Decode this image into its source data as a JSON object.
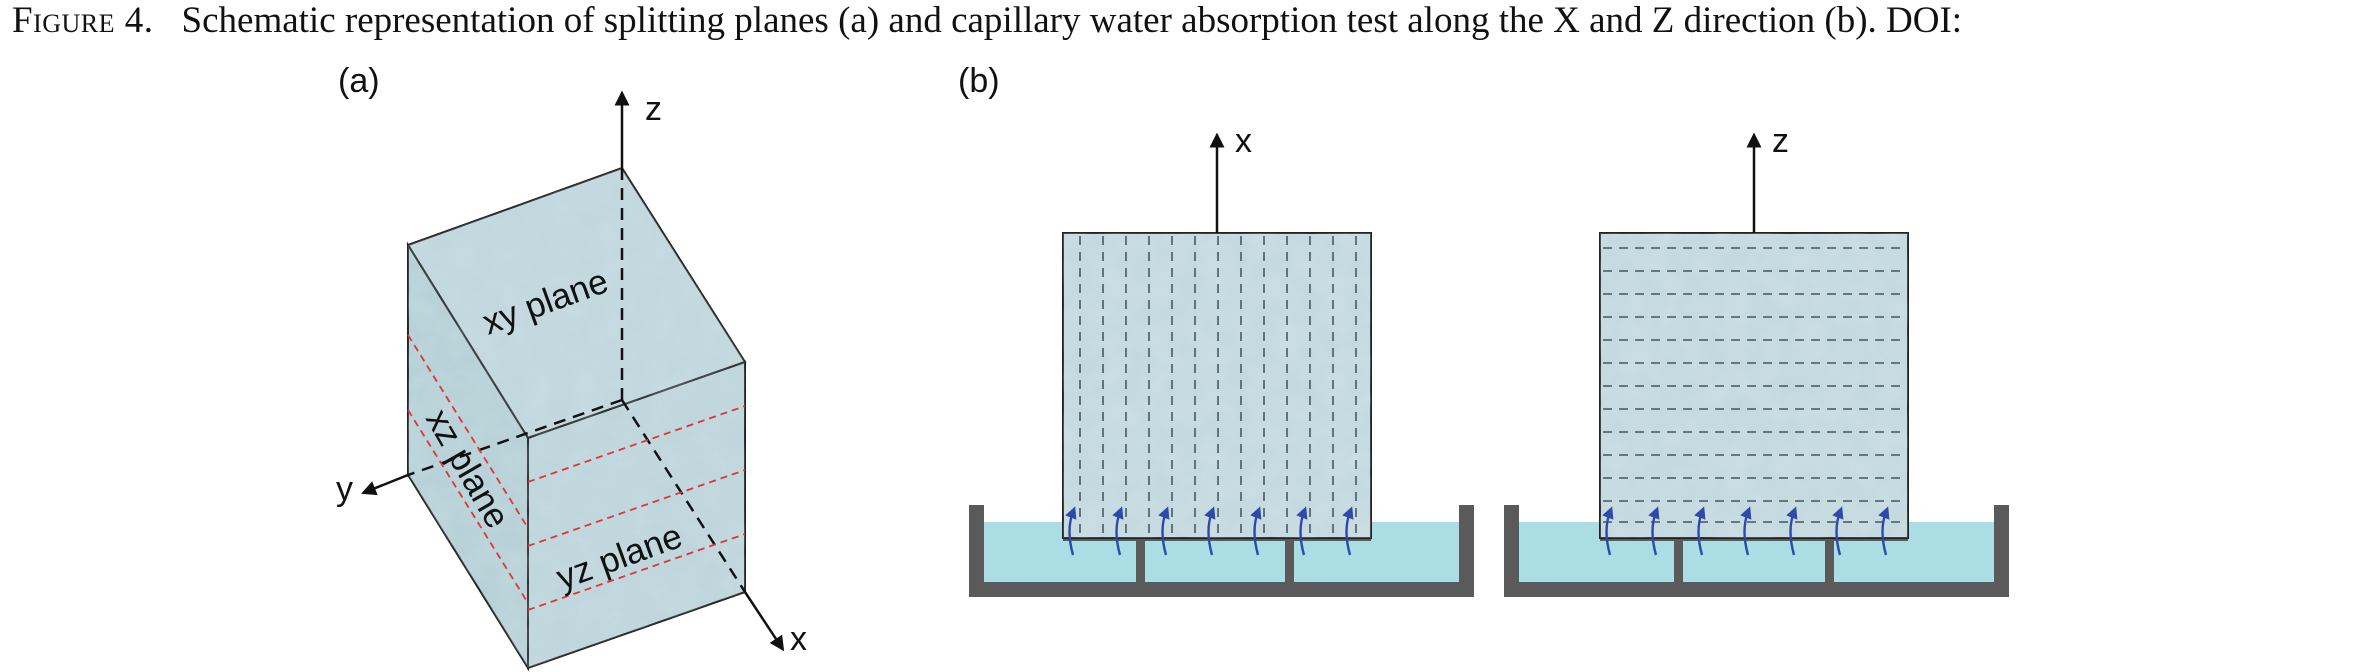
{
  "caption": {
    "figure_label": "Figure 4.",
    "text": "Schematic representation of splitting planes (a) and capillary water absorption test along the X and Z direction (b). DOI:"
  },
  "panel_a": {
    "label": "(a)",
    "axis_z": "z",
    "axis_y": "y",
    "axis_x": "x",
    "plane_xy": "xy plane",
    "plane_xz": "xz plane",
    "plane_yz": "yz plane"
  },
  "panel_b": {
    "label": "(b)",
    "left_axis": "x",
    "right_axis": "z"
  },
  "colors": {
    "stone": "#bfd6dc",
    "stone_dark": "#aac7cf",
    "water": "#aadde4",
    "tray": "#5a5a5a",
    "split_line_red": "#e03535",
    "arrow_blue": "#2e4aa8"
  }
}
